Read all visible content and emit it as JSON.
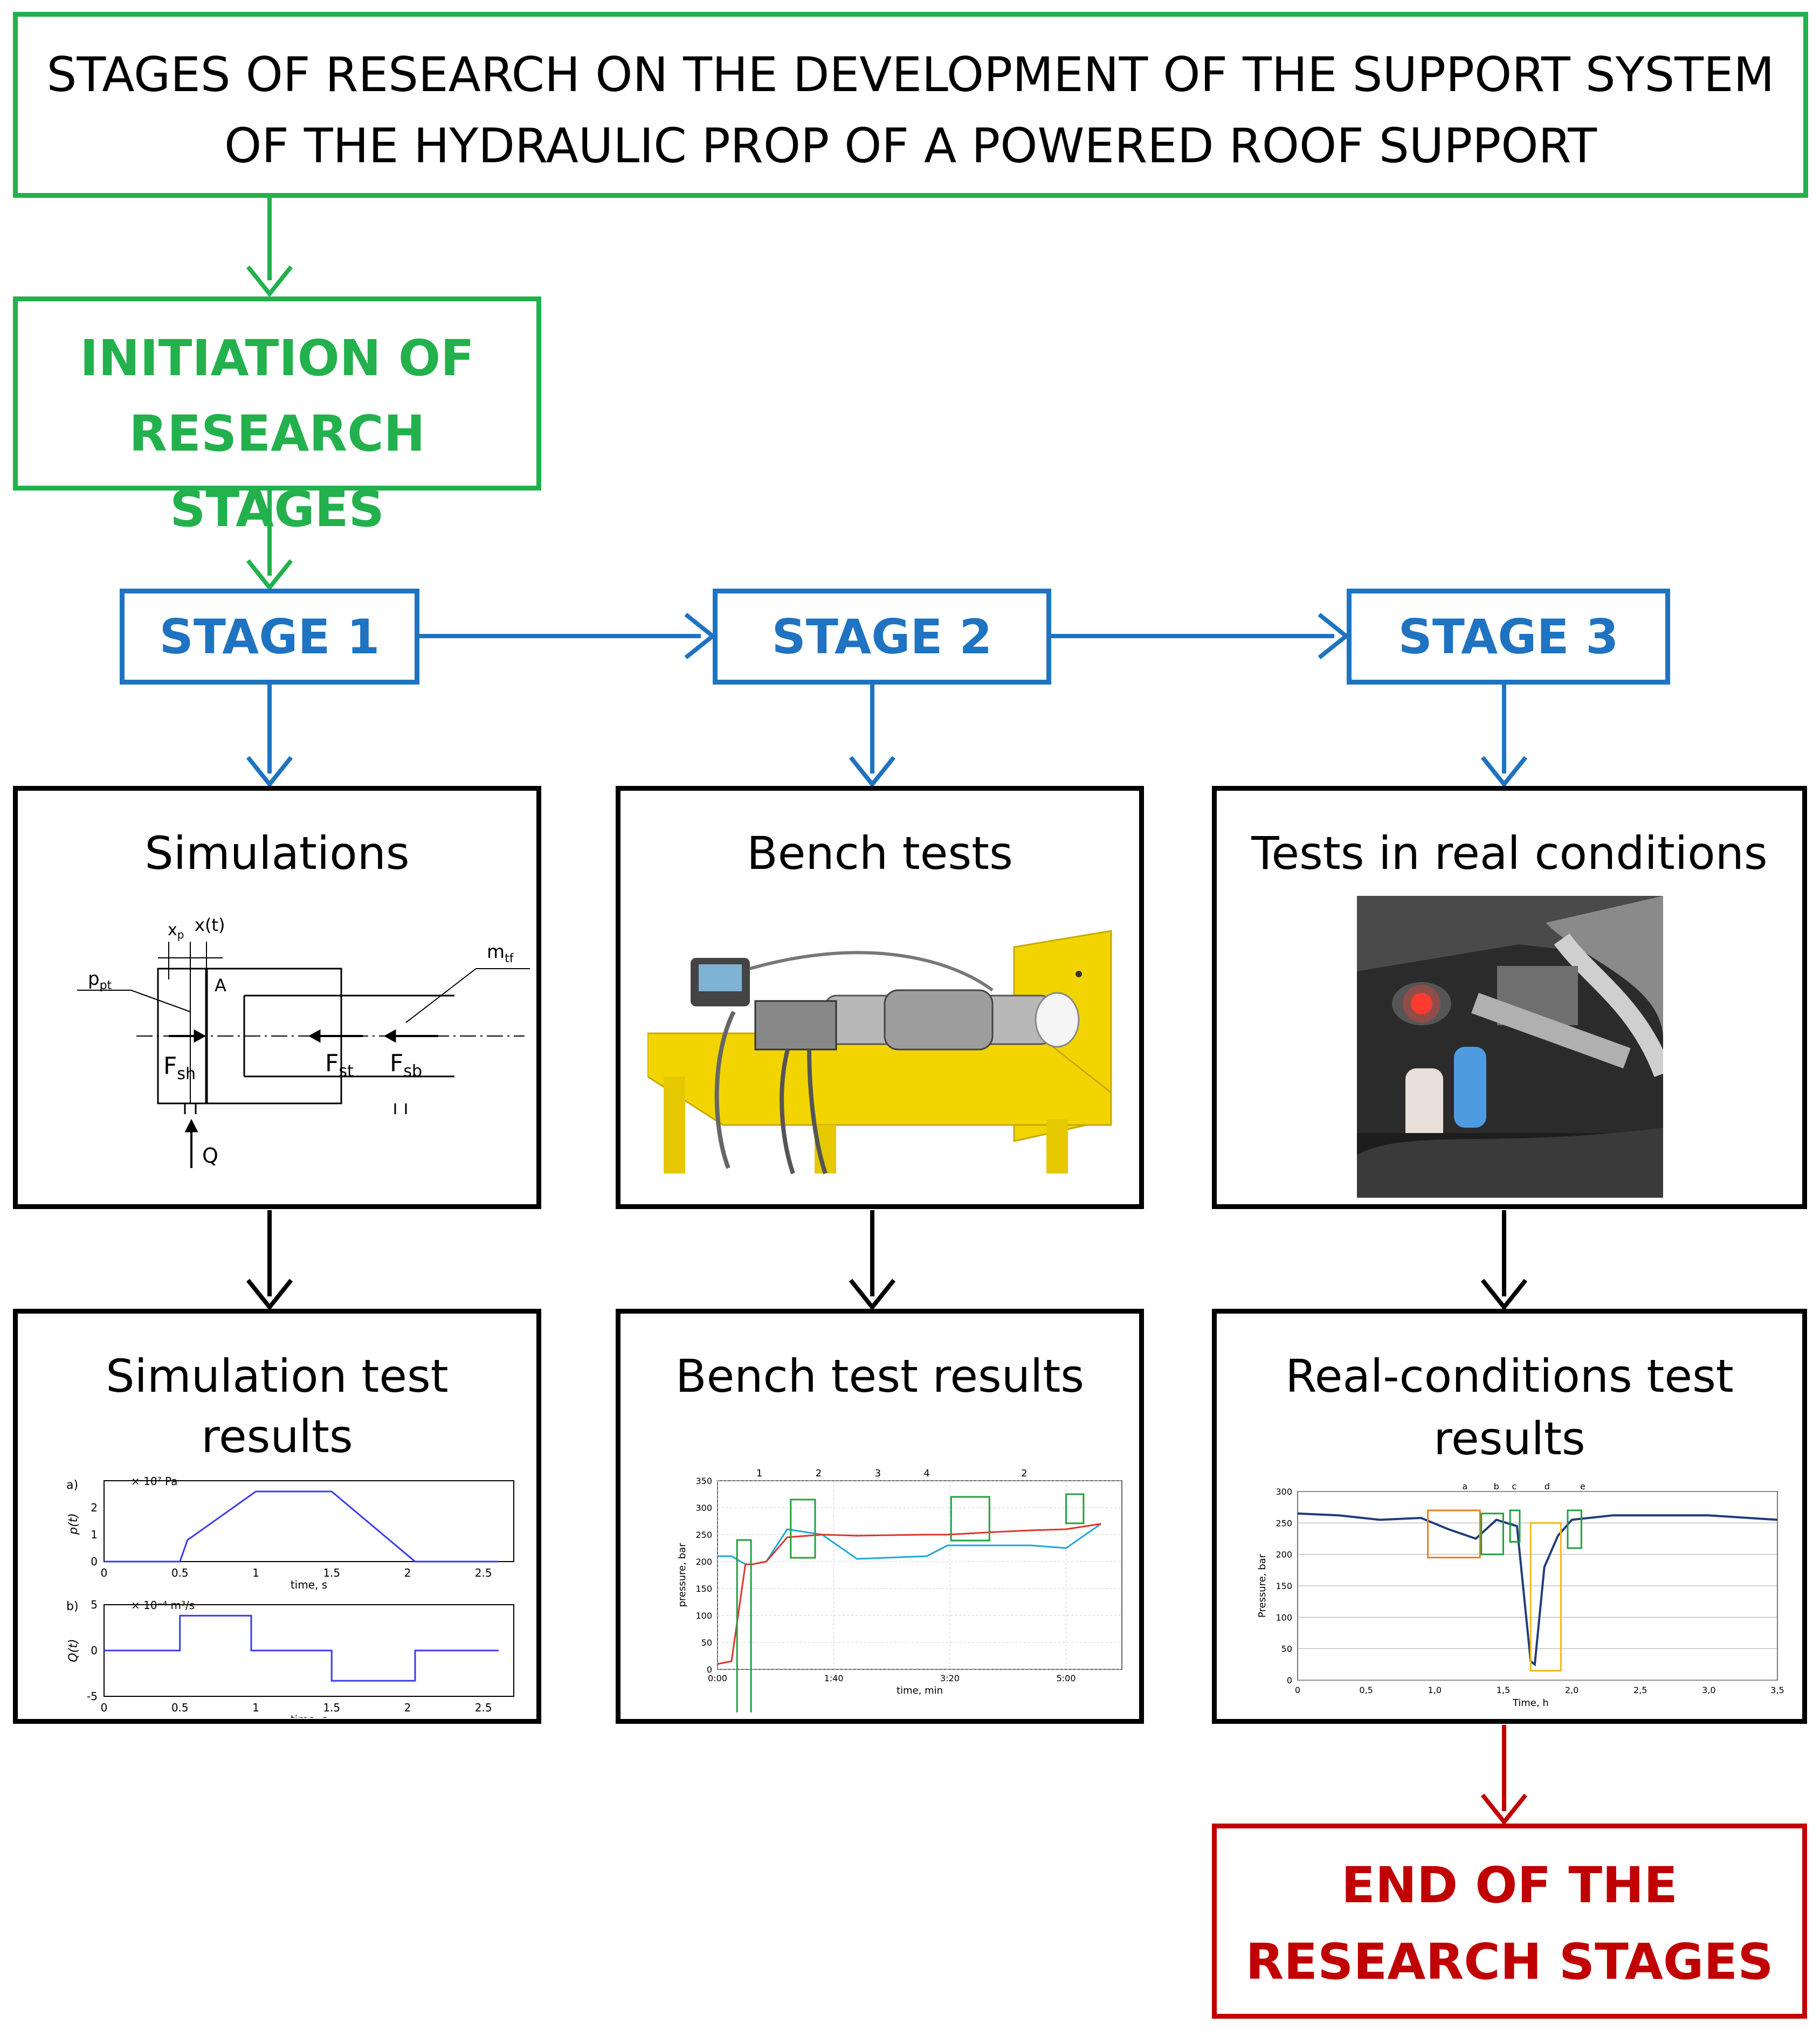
{
  "header": {
    "line1": "STAGES OF RESEARCH ON THE DEVELOPMENT OF THE SUPPORT SYSTEM",
    "line2": "OF THE HYDRAULIC PROP OF A POWERED ROOF SUPPORT"
  },
  "initiation": {
    "line1": "INITIATION OF",
    "line2": "RESEARCH STAGES"
  },
  "stages": {
    "s1": "STAGE 1",
    "s2": "STAGE 2",
    "s3": "STAGE 3"
  },
  "boxes": {
    "simulations": "Simulations",
    "bench": "Bench tests",
    "real": "Tests in real conditions",
    "sim_results_1": "Simulation test",
    "sim_results_2": "results",
    "bench_results": "Bench test results",
    "real_results_1": "Real-conditions test",
    "real_results_2": "results"
  },
  "end": {
    "line1": "END OF THE",
    "line2": "RESEARCH STAGES"
  },
  "schematic": {
    "xp": "x",
    "xp_sub": "p",
    "xt": "x(t)",
    "ppt": "p",
    "ppt_sub": "pt",
    "A": "A",
    "mtf": "m",
    "mtf_sub": "tf",
    "Fsh": "F",
    "Fsh_sub": "sh",
    "Fst": "F",
    "Fst_sub": "st",
    "Fsb": "F",
    "Fsb_sub": "sb",
    "Q": "Q"
  },
  "sim_chart": {
    "a_label": "a)",
    "b_label": "b)",
    "a_unit": "× 10⁷ Pa",
    "b_unit": "× 10⁻⁴ m³/s",
    "a_ylabel": "p(t)",
    "b_ylabel": "Q(t)",
    "xlabel": "time, s",
    "a_yticks": [
      "2",
      "1",
      "0"
    ],
    "b_yticks": [
      "5",
      "0",
      "-5"
    ],
    "xticks": [
      "0",
      "0.5",
      "1",
      "1.5",
      "2",
      "2.5"
    ]
  },
  "bench_chart": {
    "ylabel": "pressure, bar",
    "xlabel": "time, min",
    "yticks": [
      "350",
      "300",
      "250",
      "200",
      "150",
      "100",
      "50",
      "0"
    ],
    "xticks": [
      "0:00",
      "1:40",
      "3:20",
      "5:00"
    ],
    "callouts": [
      "1",
      "2",
      "3",
      "4",
      "2"
    ]
  },
  "real_chart": {
    "ylabel": "Pressure, bar",
    "xlabel": "Time, h",
    "yticks": [
      "300",
      "250",
      "200",
      "150",
      "100",
      "50",
      "0"
    ],
    "xticks": [
      "0",
      "0,5",
      "1,0",
      "1,5",
      "2,0",
      "2,5",
      "3,0",
      "3,5"
    ],
    "callouts": [
      "a",
      "b",
      "c",
      "d",
      "e"
    ]
  },
  "chart_data": [
    {
      "type": "line",
      "xlabel": "time, s",
      "ylabel": "p(t)",
      "x": [
        0,
        0.5,
        0.55,
        1.0,
        1.5,
        2.05,
        2.6
      ],
      "series": [
        {
          "values": [
            0,
            0,
            0.8,
            2.6,
            2.6,
            0,
            0
          ]
        }
      ]
    },
    {
      "type": "line",
      "xlabel": "time, s",
      "ylabel": "Q(t)",
      "x": [
        0,
        0.5,
        0.5,
        0.97,
        0.97,
        1.5,
        1.5,
        2.05,
        2.05,
        2.6
      ],
      "series": [
        {
          "values": [
            0,
            0,
            3.8,
            3.8,
            0,
            0,
            -3.3,
            -3.3,
            0,
            0
          ]
        }
      ]
    },
    {
      "type": "line",
      "xlabel": "time, min",
      "ylabel": "pressure, bar",
      "ylim": [
        0,
        350
      ],
      "x": [
        0,
        0.2,
        0.4,
        0.5,
        0.7,
        1.0,
        1.5,
        2.0,
        3.0,
        3.3,
        4.0,
        4.5,
        5.0,
        5.5
      ],
      "series": [
        {
          "values": [
            10,
            15,
            195,
            195,
            200,
            245,
            250,
            248,
            250,
            250,
            255,
            258,
            260,
            270
          ]
        },
        {
          "values": [
            210,
            210,
            195,
            195,
            200,
            260,
            250,
            205,
            210,
            230,
            230,
            230,
            225,
            270
          ]
        }
      ]
    },
    {
      "type": "line",
      "xlabel": "Time, h",
      "ylabel": "Pressure, bar",
      "ylim": [
        0,
        300
      ],
      "x": [
        0,
        0.3,
        0.6,
        0.9,
        1.1,
        1.3,
        1.45,
        1.6,
        1.7,
        1.73,
        1.8,
        1.9,
        2.0,
        2.3,
        2.7,
        3.0,
        3.5
      ],
      "series": [
        {
          "values": [
            265,
            262,
            255,
            258,
            240,
            225,
            255,
            245,
            30,
            25,
            180,
            230,
            255,
            262,
            262,
            262,
            255
          ]
        }
      ]
    }
  ]
}
